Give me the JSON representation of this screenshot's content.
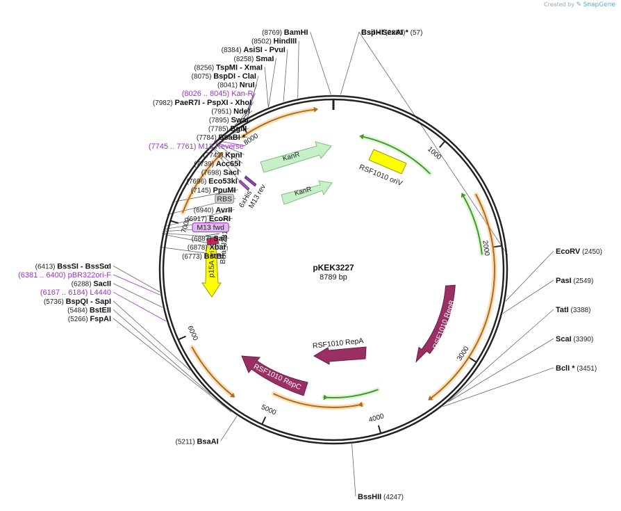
{
  "credit": {
    "created_by": "Created by",
    "brand": "SnapGene"
  },
  "plasmid": {
    "name": "pKEK3227",
    "size_label": "8789 bp",
    "length": 8789
  },
  "ticks": [
    {
      "pos": 1000,
      "label": "1000"
    },
    {
      "pos": 2000,
      "label": "2000"
    },
    {
      "pos": 3000,
      "label": "3000"
    },
    {
      "pos": 4000,
      "label": "4000"
    },
    {
      "pos": 5000,
      "label": "5000"
    },
    {
      "pos": 6000,
      "label": "6000"
    },
    {
      "pos": 7000,
      "label": "7000"
    },
    {
      "pos": 8000,
      "label": "8000"
    }
  ],
  "sites": [
    {
      "pos": 57,
      "parts": [
        {
          "t": "CsiI",
          "c": "enz"
        },
        {
          "t": " - ",
          "c": "enz"
        },
        {
          "t": "SexAI *",
          "c": "enz"
        },
        {
          "t": "  (57)",
          "c": "pos"
        }
      ]
    },
    {
      "pos": 8769,
      "parts": [
        {
          "t": "(8769)  ",
          "c": "pos"
        },
        {
          "t": "BamHI",
          "c": "enz"
        }
      ]
    },
    {
      "pos": 8502,
      "parts": [
        {
          "t": "(8502)  ",
          "c": "pos"
        },
        {
          "t": "HindIII",
          "c": "enz"
        }
      ]
    },
    {
      "pos": 8384,
      "parts": [
        {
          "t": "(8384)  ",
          "c": "pos"
        },
        {
          "t": "AsiSI",
          "c": "enz"
        },
        {
          "t": "  - ",
          "c": "enz"
        },
        {
          "t": "PvuI",
          "c": "enz"
        }
      ]
    },
    {
      "pos": 8258,
      "parts": [
        {
          "t": "(8258)  ",
          "c": "pos"
        },
        {
          "t": "SmaI",
          "c": "enz"
        }
      ]
    },
    {
      "pos": 8256,
      "parts": [
        {
          "t": "(8256)  ",
          "c": "pos"
        },
        {
          "t": "TspMI",
          "c": "enz"
        },
        {
          "t": "  - ",
          "c": "enz"
        },
        {
          "t": "XmaI",
          "c": "enz"
        }
      ]
    },
    {
      "pos": 8075,
      "parts": [
        {
          "t": "(8075)  ",
          "c": "pos"
        },
        {
          "t": "BspDI",
          "c": "enz"
        },
        {
          "t": "  - ",
          "c": "enz"
        },
        {
          "t": "ClaI",
          "c": "enz"
        }
      ]
    },
    {
      "pos": 8035,
      "parts": [
        {
          "t": "(8026 .. 8045)  ",
          "c": "pur"
        },
        {
          "t": "Kan-R",
          "c": "pur"
        }
      ],
      "purple": true
    },
    {
      "pos": 8041,
      "parts": [
        {
          "t": "(8041)  ",
          "c": "pos"
        },
        {
          "t": "NruI",
          "c": "enz"
        }
      ]
    },
    {
      "pos": 7982,
      "parts": [
        {
          "t": "(7982)  ",
          "c": "pos"
        },
        {
          "t": "PaeR7I",
          "c": "enz"
        },
        {
          "t": "  - ",
          "c": "enz"
        },
        {
          "t": "PspXI",
          "c": "enz"
        },
        {
          "t": "  - ",
          "c": "enz"
        },
        {
          "t": "XhoI",
          "c": "enz"
        }
      ]
    },
    {
      "pos": 7951,
      "parts": [
        {
          "t": "(7951)  ",
          "c": "pos"
        },
        {
          "t": "NdeI",
          "c": "enz"
        }
      ]
    },
    {
      "pos": 7895,
      "parts": [
        {
          "t": "(7895)  ",
          "c": "pos"
        },
        {
          "t": "SwaI",
          "c": "enz"
        }
      ]
    },
    {
      "pos": 7785,
      "parts": [
        {
          "t": "(7785)  ",
          "c": "pos"
        },
        {
          "t": "BglII",
          "c": "enz"
        }
      ]
    },
    {
      "pos": 7784,
      "parts": [
        {
          "t": "(7784)  ",
          "c": "pos"
        },
        {
          "t": "BsaBI *",
          "c": "enz"
        }
      ]
    },
    {
      "pos": 7753,
      "parts": [
        {
          "t": "(7745 .. 7761)  ",
          "c": "pur"
        },
        {
          "t": "M13 Reverse",
          "c": "pur"
        }
      ],
      "purple": true
    },
    {
      "pos": 7743,
      "parts": [
        {
          "t": "(7743)  ",
          "c": "pos"
        },
        {
          "t": "KpnI",
          "c": "enz"
        }
      ]
    },
    {
      "pos": 7739,
      "parts": [
        {
          "t": "(7739)  ",
          "c": "pos"
        },
        {
          "t": "Acc65I",
          "c": "enz"
        }
      ]
    },
    {
      "pos": 7698,
      "parts": [
        {
          "t": "(7698)  ",
          "c": "pos"
        },
        {
          "t": "SacI",
          "c": "enz"
        }
      ]
    },
    {
      "pos": 7696,
      "parts": [
        {
          "t": "(7696)  ",
          "c": "pos"
        },
        {
          "t": "Eco53kI",
          "c": "enz"
        }
      ]
    },
    {
      "pos": 7145,
      "parts": [
        {
          "t": "(7145)  ",
          "c": "pos"
        },
        {
          "t": "PpuMI",
          "c": "enz"
        }
      ]
    },
    {
      "pos": 7040,
      "parts": [
        {
          "t": "RBS",
          "c": "box"
        }
      ],
      "box": "gray"
    },
    {
      "pos": 6940,
      "parts": [
        {
          "t": "(6940)  ",
          "c": "pos"
        },
        {
          "t": "AvrII",
          "c": "enz"
        }
      ]
    },
    {
      "pos": 6917,
      "parts": [
        {
          "t": "(6917)  ",
          "c": "pos"
        },
        {
          "t": "EcoRI",
          "c": "enz"
        }
      ]
    },
    {
      "pos": 6900,
      "parts": [
        {
          "t": "M13 fwd",
          "c": "box"
        }
      ],
      "box": "purple"
    },
    {
      "pos": 6887,
      "parts": [
        {
          "t": "(6887)  ",
          "c": "pos"
        },
        {
          "t": "SalI",
          "c": "enz"
        }
      ]
    },
    {
      "pos": 6878,
      "parts": [
        {
          "t": "(6878)  ",
          "c": "pos"
        },
        {
          "t": "XbaI",
          "c": "enz"
        }
      ]
    },
    {
      "pos": 6773,
      "parts": [
        {
          "t": "(6773)  ",
          "c": "pos"
        },
        {
          "t": "BstBI",
          "c": "enz"
        }
      ]
    },
    {
      "pos": 6413,
      "parts": [
        {
          "t": "(6413)  ",
          "c": "pos"
        },
        {
          "t": "BssSI",
          "c": "enz"
        },
        {
          "t": "  - ",
          "c": "enz"
        },
        {
          "t": "BssSαI",
          "c": "enz"
        }
      ]
    },
    {
      "pos": 6390,
      "parts": [
        {
          "t": "(6381 .. 6400)  ",
          "c": "pur"
        },
        {
          "t": "pBR322ori-F",
          "c": "pur"
        }
      ],
      "purple": true
    },
    {
      "pos": 6288,
      "parts": [
        {
          "t": "(6288)  ",
          "c": "pos"
        },
        {
          "t": "SacII",
          "c": "enz"
        }
      ]
    },
    {
      "pos": 6175,
      "parts": [
        {
          "t": "(6167 .. 6184)  ",
          "c": "pur"
        },
        {
          "t": "L4440",
          "c": "pur"
        }
      ],
      "purple": true
    },
    {
      "pos": 5736,
      "parts": [
        {
          "t": "(5736)  ",
          "c": "pos"
        },
        {
          "t": "BspQI",
          "c": "enz"
        },
        {
          "t": "  - ",
          "c": "enz"
        },
        {
          "t": "SapI",
          "c": "enz"
        }
      ]
    },
    {
      "pos": 5484,
      "parts": [
        {
          "t": "(5484)  ",
          "c": "pos"
        },
        {
          "t": "BstEII",
          "c": "enz"
        }
      ]
    },
    {
      "pos": 5266,
      "parts": [
        {
          "t": "(5266)  ",
          "c": "pos"
        },
        {
          "t": "FspAI",
          "c": "enz"
        }
      ]
    },
    {
      "pos": 5211,
      "parts": [
        {
          "t": "(5211)  ",
          "c": "pos"
        },
        {
          "t": "BsaAI",
          "c": "enz"
        }
      ]
    },
    {
      "pos": 4247,
      "parts": [
        {
          "t": "BssHII",
          "c": "enz"
        },
        {
          "t": "   (4247)",
          "c": "pos"
        }
      ]
    },
    {
      "pos": 3451,
      "parts": [
        {
          "t": "BclI *",
          "c": "enz"
        },
        {
          "t": "  (3451)",
          "c": "pos"
        }
      ]
    },
    {
      "pos": 3390,
      "parts": [
        {
          "t": "ScaI",
          "c": "enz"
        },
        {
          "t": "  (3390)",
          "c": "pos"
        }
      ]
    },
    {
      "pos": 3388,
      "parts": [
        {
          "t": "TatI",
          "c": "enz"
        },
        {
          "t": "  (3388)",
          "c": "pos"
        }
      ]
    },
    {
      "pos": 2549,
      "parts": [
        {
          "t": "PasI",
          "c": "enz"
        },
        {
          "t": "  (2549)",
          "c": "pos"
        }
      ]
    },
    {
      "pos": 2450,
      "parts": [
        {
          "t": "EcoRV",
          "c": "enz"
        },
        {
          "t": "  (2450)",
          "c": "pos"
        }
      ]
    },
    {
      "pos": 2081,
      "parts": [
        {
          "t": "BspHI",
          "c": "enz"
        },
        {
          "t": "  (2081)",
          "c": "pos"
        }
      ]
    }
  ],
  "features": [
    {
      "name": "KanR",
      "label": "KanR",
      "kind": "block",
      "color": "#c8f0c8"
    },
    {
      "name": "KanR",
      "label": "KanR",
      "kind": "block",
      "color": "#c8f0c8"
    },
    {
      "name": "RSF1010 oriV",
      "label": "RSF1010 oriV",
      "kind": "box",
      "color": "#ffff00"
    },
    {
      "name": "RSF1010 RepB",
      "label": "RSF1010 RepB",
      "kind": "arc",
      "color": "#9a2f63"
    },
    {
      "name": "RSF1010 RepA",
      "label": "RSF1010 RepA",
      "kind": "arc",
      "color": "#9a2f63"
    },
    {
      "name": "RSF1010 RepC",
      "label": "RSF1010 RepC",
      "kind": "arc",
      "color": "#9a2f63"
    },
    {
      "name": "p15A ori",
      "label": "p15A ori",
      "kind": "vertical",
      "color": "#ffff00"
    },
    {
      "name": "BBa_J23100",
      "label": "BBa_J23100",
      "kind": "small",
      "color": "#d0205a"
    },
    {
      "name": "6xHis",
      "label": "6xHis",
      "kind": "small",
      "color": "#a050c0"
    },
    {
      "name": "M13 rev",
      "label": "M13 rev",
      "kind": "small",
      "color": "#a050c0"
    }
  ],
  "colors": {
    "orf_orange": "#e8a23a",
    "orf_green": "#3f9a2a",
    "backbone": "#222222",
    "purple_text": "#9b30c9",
    "rep": "#9a2f63",
    "kan": "#c8f0c8",
    "ori": "#ffff00"
  }
}
